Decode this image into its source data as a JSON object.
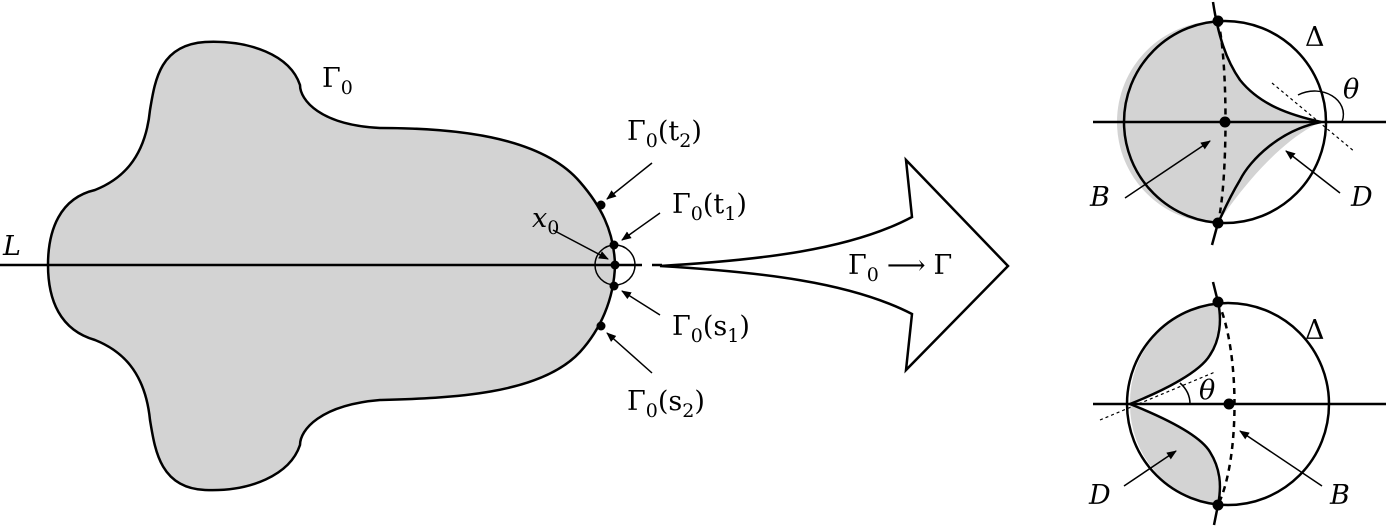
{
  "left_figure": {
    "line_label": "L",
    "curve_label": "Γ",
    "curve_label_sub": "0",
    "point_label": "x",
    "point_label_sub": "0",
    "marks": [
      {
        "name": "t2",
        "label": "Γ",
        "sub": "0",
        "arg": "(t",
        "arg_sub": "2",
        "close": ")"
      },
      {
        "name": "t1",
        "label": "Γ",
        "sub": "0",
        "arg": "(t",
        "arg_sub": "1",
        "close": ")"
      },
      {
        "name": "s1",
        "label": "Γ",
        "sub": "0",
        "arg": "(s",
        "arg_sub": "1",
        "close": ")"
      },
      {
        "name": "s2",
        "label": "Γ",
        "sub": "0",
        "arg": "(s",
        "arg_sub": "2",
        "close": ")"
      }
    ]
  },
  "transform_arrow": {
    "from": "Γ",
    "from_sub": "0",
    "arrow": "⟶",
    "to": "Γ"
  },
  "top_disc": {
    "label": "Δ",
    "angle": "θ",
    "B": "B",
    "D": "D"
  },
  "bottom_disc": {
    "label": "Δ",
    "angle": "θ",
    "B": "B",
    "D": "D"
  },
  "colors": {
    "fill": "#d3d3d3",
    "stroke": "#000000"
  }
}
